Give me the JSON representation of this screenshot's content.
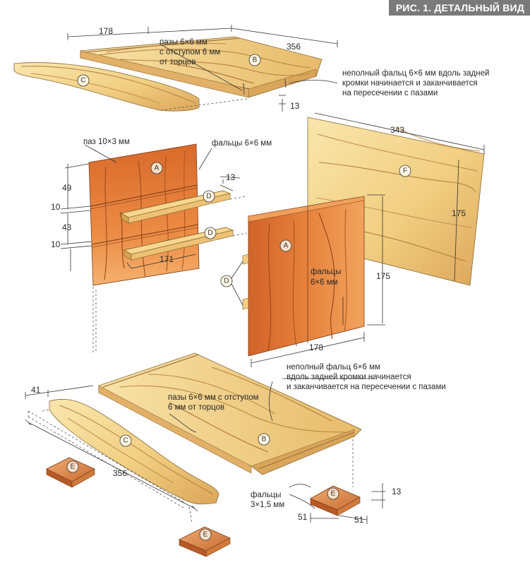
{
  "title": "РИС. 1. ДЕТАЛЬНЫЙ ВИД",
  "part_letters": {
    "A": "A",
    "B": "B",
    "C": "C",
    "D": "D",
    "E": "E",
    "F": "F"
  },
  "notes": {
    "top_grooves": [
      "пазы 6×6 мм",
      "с отступом 6 мм",
      "от торцов"
    ],
    "top_rabbet": [
      "неполный фальц 6×6 мм вдоль задней",
      "кромки начинается и заканчивается",
      "на пересечении с пазами"
    ],
    "groove_10x3": "паз 10×3 мм",
    "rabbets_side": "фальцы 6×6 мм",
    "rabbets_front": [
      "фальцы",
      "6×6 мм"
    ],
    "bottom_rabbet": [
      "неполный фальц 6×6 мм",
      "вдоль задней кромки начинается",
      "и заканчивается на пересечении с пазами"
    ],
    "bottom_grooves": [
      "пазы 6×6 мм с отступом",
      "6 мм от торцов"
    ],
    "feet_rabbets": [
      "фальцы",
      "3×1,5 мм"
    ]
  },
  "dims": {
    "top_178": "178",
    "top_356": "356",
    "top_13": "13",
    "f_343": "343",
    "f_175": "175",
    "a_49": "49",
    "a_10a": "10",
    "a_43": "43",
    "a_10b": "10",
    "a_171": "171",
    "a_13": "13",
    "a2_175": "175",
    "a2_178": "178",
    "bot_41": "41",
    "bot_356": "356",
    "e_13": "13",
    "e_51a": "51",
    "e_51b": "51"
  },
  "colors": {
    "pine_light": "#f6dc96",
    "pine_mid": "#e9bf68",
    "pine_dark": "#c98d3c",
    "cherry": "#e0782f",
    "cherry_dark": "#b94f1c",
    "cherry_light": "#f0a058",
    "grain": "#a3642a",
    "line": "#333333"
  }
}
